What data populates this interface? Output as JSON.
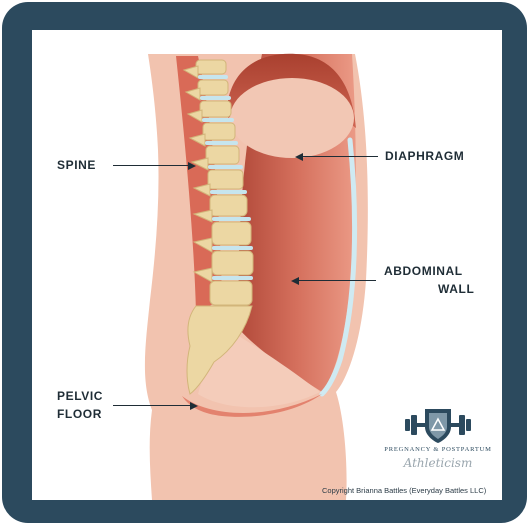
{
  "labels": {
    "spine": "SPINE",
    "diaphragm": "DIAPHRAGM",
    "abdominal_line1": "ABDOMINAL",
    "abdominal_line2": "WALL",
    "pelvic_line1": "PELVIC",
    "pelvic_line2": "FLOOR"
  },
  "logo": {
    "name": "PREGNANCY & POSTPARTUM",
    "script": "Athleticism",
    "icon": "dumbbell-shield-icon"
  },
  "copyright": "Copyright Brianna Battles (Everyday Battles LLC)",
  "colors": {
    "frame": "#2c4a5e",
    "skin": "#f2c4b0",
    "muscle": "#d86e5c",
    "bone": "#ecd9a8",
    "disc": "#c9e6ef"
  }
}
